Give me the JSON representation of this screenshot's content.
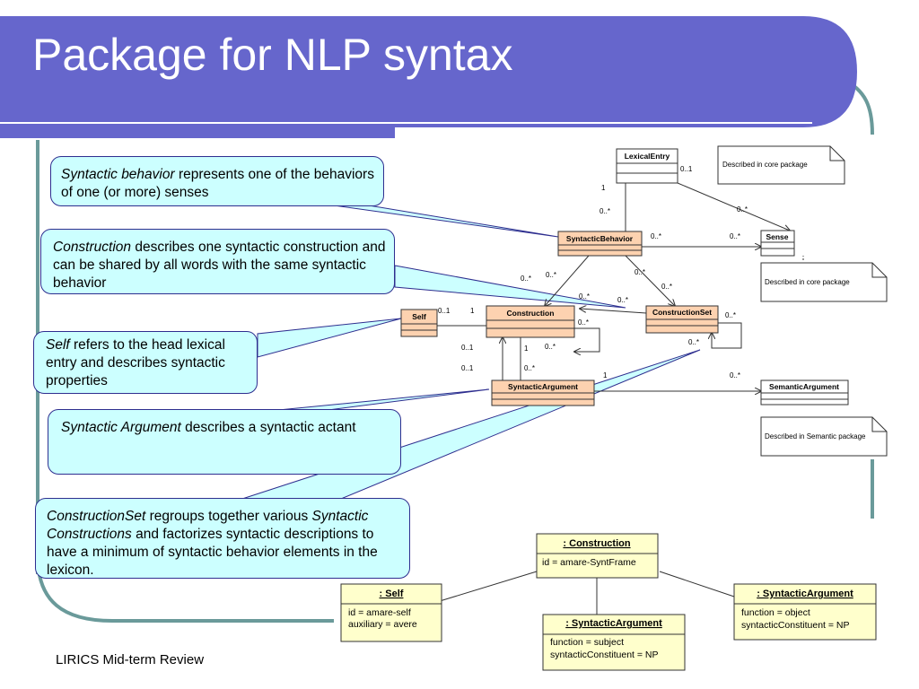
{
  "slide": {
    "title": "Package for NLP syntax",
    "footer": "LIRICS Mid-term Review"
  },
  "callouts": {
    "syntactic_behavior": {
      "term": "Syntactic behavior",
      "text": " represents one of the behaviors of one (or more) senses"
    },
    "construction": {
      "term": "Construction",
      "text": " describes one syntactic construction and can be shared by all words with the same syntactic behavior"
    },
    "self": {
      "term": "Self",
      "text": " refers to the head lexical entry and describes syntactic properties"
    },
    "syntactic_argument": {
      "term": "Syntactic Argument",
      "text": " describes a syntactic actant"
    },
    "construction_set": {
      "term1": "ConstructionSet",
      "text1": " regroups together various ",
      "term2": "Syntactic Constructions",
      "text2": " and factorizes syntactic descriptions to have a minimum of syntactic behavior elements in the lexicon."
    }
  },
  "classes": {
    "lexical_entry": "LexicalEntry",
    "syntactic_behavior": "SyntacticBehavior",
    "sense": "Sense",
    "construction": "Construction",
    "construction_set": "ConstructionSet",
    "self": "Self",
    "syntactic_argument": "SyntacticArgument",
    "semantic_argument": "SemanticArgument"
  },
  "notes": {
    "core1": "Described in core package",
    "core2": "Described in core package",
    "semantic": "Described in Semantic package"
  },
  "multiplicities": {
    "le_01": "0..1",
    "le_sb_1": "1",
    "le_sb_0n": "0..*",
    "le_sense_0n": "0..*",
    "sb_sense_left": "0..*",
    "sb_sense_right": "0..*",
    "sb_con_left": "0..*",
    "sb_con_right": "0..*",
    "sb_cs_left": "0..*",
    "sb_cs_right": "0..*",
    "cs_con_left": "0..*",
    "cs_con_right": "0..*",
    "self_01": "0..1",
    "self_1": "1",
    "con_self_loop": "0..*",
    "con_arg_01a": "0..1",
    "con_arg_01b": "0..1",
    "con_arg_1": "1",
    "con_arg_0n_a": "0..*",
    "con_arg_0n_b": "0..*",
    "cs_self_loop": "0..*",
    "cs_loop_lower": "0..*",
    "arg_sem_1": "1",
    "arg_sem_0n": "0..*"
  },
  "instances": {
    "construction": {
      "title": ": Construction",
      "attrs": [
        "id = amare-SyntFrame"
      ]
    },
    "self": {
      "title": ": Self",
      "attrs": [
        "id = amare-self",
        "auxiliary = avere"
      ]
    },
    "arg_subject": {
      "title": ": SyntacticArgument",
      "attrs": [
        "function = subject",
        "syntacticConstituent = NP"
      ]
    },
    "arg_object": {
      "title": ": SyntacticArgument",
      "attrs": [
        "function = object",
        "syntacticConstituent = NP"
      ]
    }
  }
}
